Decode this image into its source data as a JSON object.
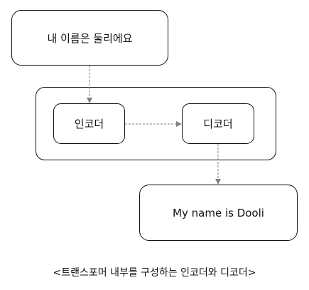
{
  "diagram": {
    "input_text": "내 이름은 둘리에요",
    "encoder_label": "인코더",
    "decoder_label": "디코더",
    "output_text": "My name is Dooli",
    "caption": "<트랜스포머 내부를 구성하는 인코더와 디코더>"
  },
  "colors": {
    "border": "#111111",
    "arrow": "#7f7f7f"
  }
}
